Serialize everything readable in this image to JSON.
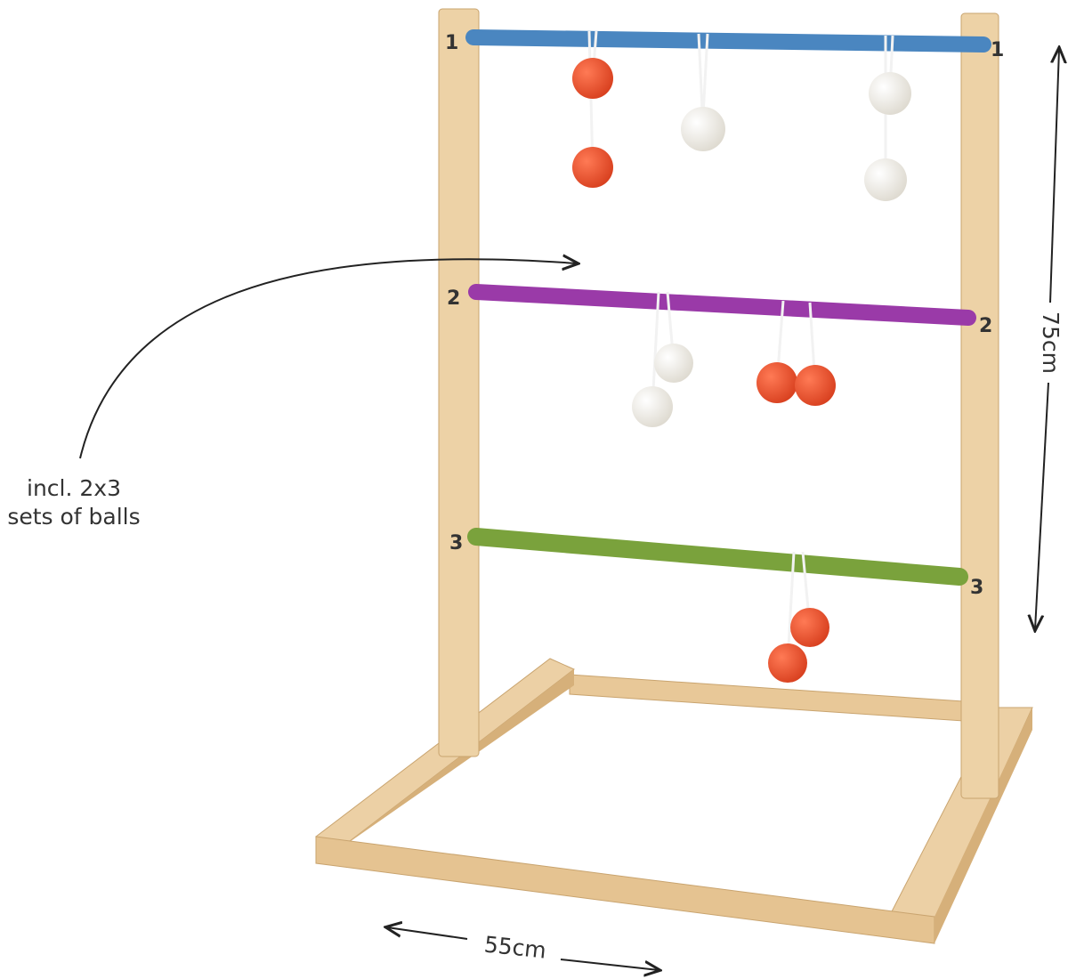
{
  "labels": {
    "rung_top_left": "1",
    "rung_top_right": "1",
    "rung_mid_left": "2",
    "rung_mid_right": "2",
    "rung_bottom_left": "3",
    "rung_bottom_right": "3"
  },
  "annotation": {
    "line1": "incl. 2x3",
    "line2": "sets of balls"
  },
  "dimensions": {
    "height": "75cm",
    "width": "55cm"
  },
  "colors": {
    "wood": "#e9c99a",
    "wood_dark": "#d4ad78",
    "rung1": "#4a86c0",
    "rung2": "#9a3aa8",
    "rung3": "#7aa23c",
    "ball_red": "#f0502e",
    "ball_white": "#f6f4ee"
  }
}
